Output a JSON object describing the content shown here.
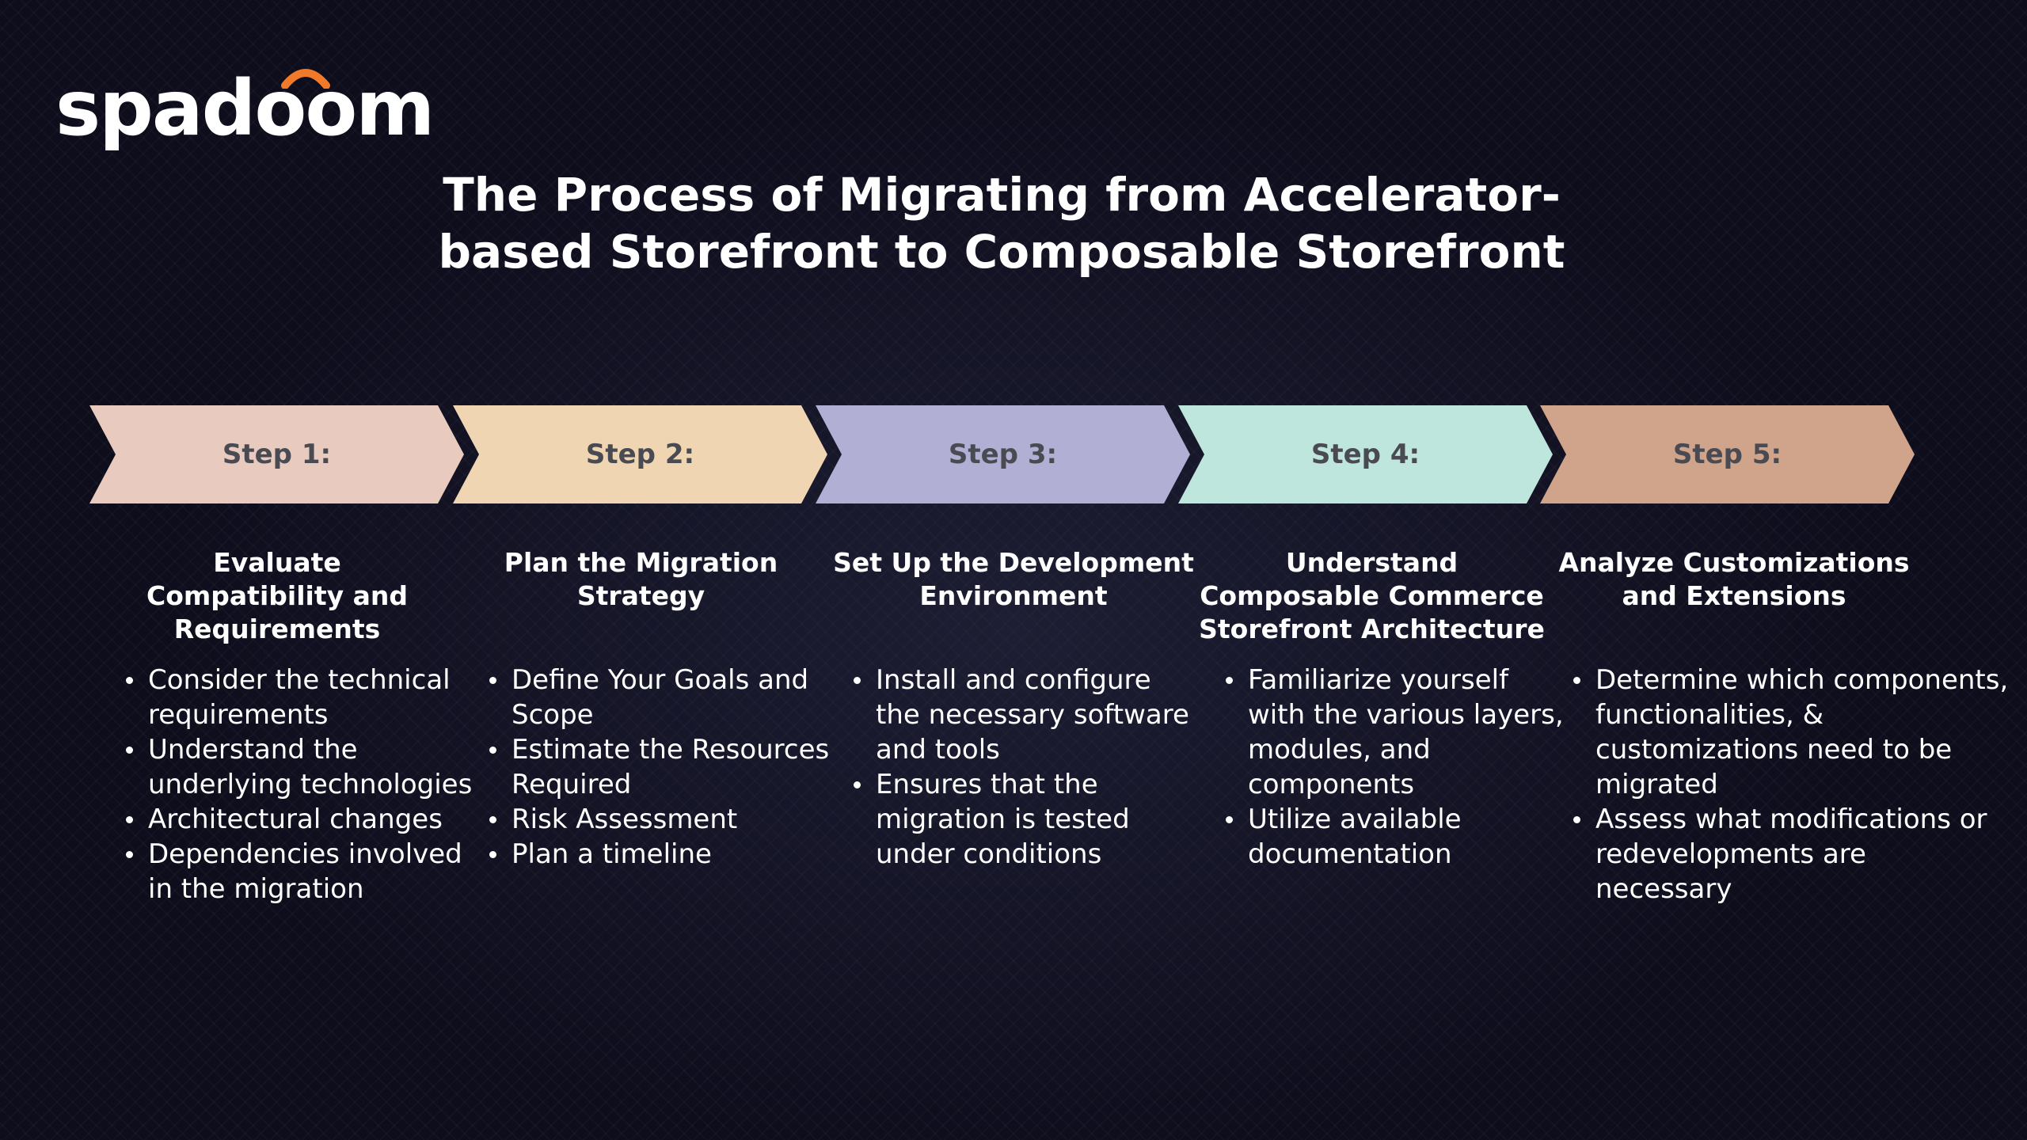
{
  "logo": {
    "text": "spadoom",
    "accent_color": "#f07a2a"
  },
  "title": "The Process of Migrating from Accelerator-based Storefront to Composable Storefront",
  "steps": [
    {
      "label": "Step 1:",
      "color": "#e8cbbe",
      "heading": "Evaluate Compatibility and Requirements",
      "bullets": [
        "Consider the technical requirements",
        "Understand the underlying technologies",
        "Architectural changes",
        "Dependencies involved in the migration"
      ]
    },
    {
      "label": "Step 2:",
      "color": "#efd5b1",
      "heading": "Plan the Migration Strategy",
      "bullets": [
        "Define Your Goals and Scope",
        "Estimate the Resources Required",
        "Risk Assessment",
        "Plan a timeline"
      ]
    },
    {
      "label": "Step 3:",
      "color": "#b1b0d4",
      "heading": "Set Up the Development Environment",
      "bullets": [
        "Install and configure the necessary software and tools",
        "Ensures that the migration is tested under conditions"
      ]
    },
    {
      "label": "Step 4:",
      "color": "#bfe6dc",
      "heading": "Understand Composable Commerce Storefront Architecture",
      "bullets": [
        "Familiarize yourself with the various layers, modules, and components",
        "Utilize available documentation"
      ]
    },
    {
      "label": "Step 5:",
      "color": "#cfa48b",
      "heading": "Analyze Customizations and Extensions",
      "bullets": [
        "Determine which components, functionalities, & customizations need to be migrated",
        "Assess what modifications or redevelopments are necessary"
      ]
    }
  ]
}
